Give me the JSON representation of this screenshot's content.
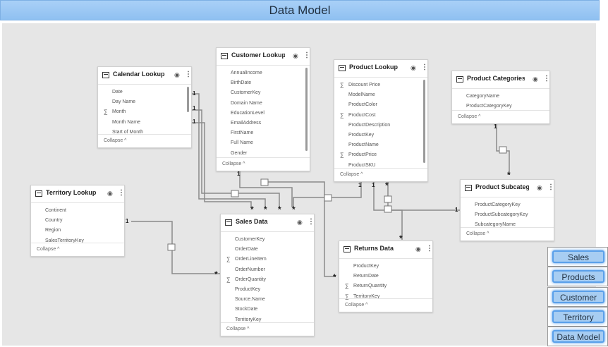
{
  "header": {
    "title": "Data Model"
  },
  "tables": {
    "calendar": {
      "title": "Calendar Lookup",
      "fields": [
        "Date",
        "Day Name",
        "Month",
        "Month Name",
        "Start of Month"
      ],
      "sigma": [
        false,
        false,
        true,
        false,
        false
      ],
      "collapse": "Collapse ^"
    },
    "customer": {
      "title": "Customer Lookup",
      "fields": [
        "AnnualIncome",
        "BirthDate",
        "CustomerKey",
        "Domain Name",
        "EducationLevel",
        "EmailAddress",
        "FirstName",
        "Full Name",
        "Gender"
      ],
      "collapse": "Collapse ^"
    },
    "product": {
      "title": "Product Lookup",
      "fields": [
        "Discount Price",
        "ModelName",
        "ProductColor",
        "ProductCost",
        "ProductDescription",
        "ProductKey",
        "ProductName",
        "ProductPrice",
        "ProductSKU"
      ],
      "sigma": [
        true,
        false,
        false,
        true,
        false,
        false,
        false,
        true,
        false
      ],
      "collapse": "Collapse ^"
    },
    "categories": {
      "title": "Product Categories L...",
      "fields": [
        "CategoryName",
        "ProductCategoryKey"
      ],
      "collapse": "Collapse ^"
    },
    "territory": {
      "title": "Territory Lookup",
      "fields": [
        "Continent",
        "Country",
        "Region",
        "SalesTerritoryKey"
      ],
      "collapse": "Collapse ^"
    },
    "sales": {
      "title": "Sales Data",
      "fields": [
        "CustomerKey",
        "OrderDate",
        "OrderLineItem",
        "OrderNumber",
        "OrderQuantity",
        "ProductKey",
        "Source.Name",
        "StockDate",
        "TerritoryKey"
      ],
      "sigma": [
        false,
        false,
        true,
        false,
        true,
        false,
        false,
        false,
        false
      ],
      "collapse": "Collapse ^"
    },
    "returns": {
      "title": "Returns Data",
      "fields": [
        "ProductKey",
        "ReturnDate",
        "ReturnQuantity",
        "TerritoryKey"
      ],
      "sigma": [
        false,
        false,
        true,
        true
      ],
      "collapse": "Collapse ^"
    },
    "subcategories": {
      "title": "Product Subcategorie...",
      "fields": [
        "ProductCategoryKey",
        "ProductSubcategoryKey",
        "SubcategoryName"
      ],
      "collapse": "Collapse ^"
    }
  },
  "cardinality": {
    "one": "1",
    "many": "*"
  },
  "nav": {
    "sales": "Sales",
    "products": "Products",
    "customer": "Customer",
    "territory": "Territory",
    "data_model": "Data Model"
  },
  "icons": {
    "table": "table-icon",
    "visibility": "eye-icon",
    "more": "more-options-icon",
    "sum": "sigma-icon",
    "direction": "filter-direction-arrow-icon"
  },
  "colors": {
    "canvas": "#e6e6e6",
    "title_bar": "#99c7f3",
    "nav_highlight": "#a7cdf2",
    "relationship_line": "#888888"
  }
}
